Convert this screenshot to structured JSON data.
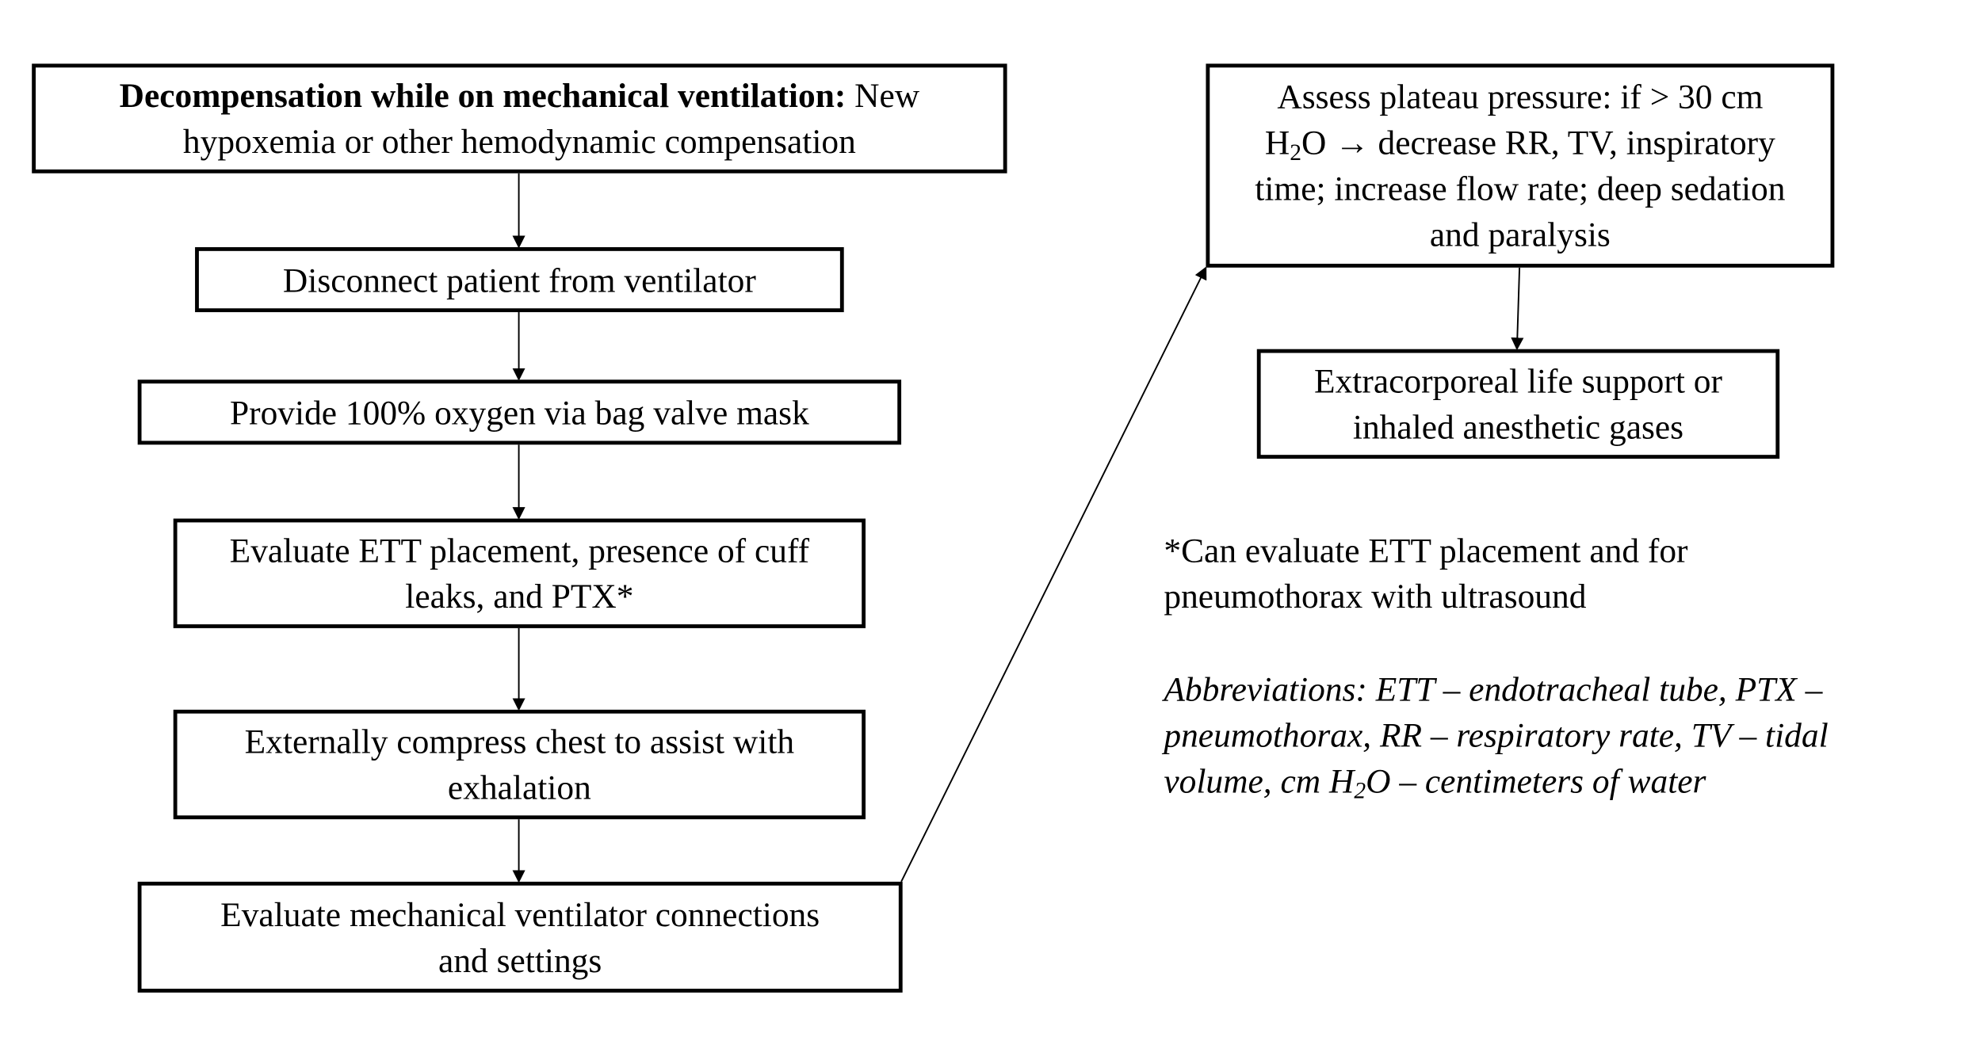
{
  "boxes": {
    "decomp": {
      "title_bold": "Decompensation while on mechanical ventilation:",
      "title_rest": "New",
      "line2": "hypoxemia or other hemodynamic compensation"
    },
    "disconnect": {
      "text": "Disconnect patient from ventilator"
    },
    "oxygen": {
      "text": "Provide 100% oxygen via bag valve mask"
    },
    "ett": {
      "line1": "Evaluate ETT placement, presence of cuff",
      "line2": "leaks, and PTX*"
    },
    "compress": {
      "line1": "Externally compress chest to assist with",
      "line2": "exhalation"
    },
    "ventilator": {
      "line1": "Evaluate mechanical ventilator connections",
      "line2": "and settings"
    },
    "plateau": {
      "line1": "Assess plateau pressure: if > 30 cm",
      "h": "H",
      "sub": "2",
      "o_arrow": "O → decrease RR, TV, inspiratory",
      "line3": "time; increase flow rate; deep sedation",
      "line4": "and paralysis"
    },
    "ecls": {
      "line1": "Extracorporeal life support or",
      "line2": "inhaled anesthetic gases"
    }
  },
  "notes": {
    "ultrasound": {
      "line1": "*Can evaluate ETT placement and for",
      "line2": "pneumothorax with ultrasound"
    },
    "abbreviations": {
      "line1": "Abbreviations: ETT – endotracheal tube, PTX –",
      "line2": "pneumothorax, RR – respiratory rate, TV – tidal",
      "line3_pre": "volume, cm H",
      "line3_sub": "2",
      "line3_post": "O – centimeters of water"
    }
  },
  "colors": {
    "stroke": "#000000",
    "background": "#ffffff"
  }
}
